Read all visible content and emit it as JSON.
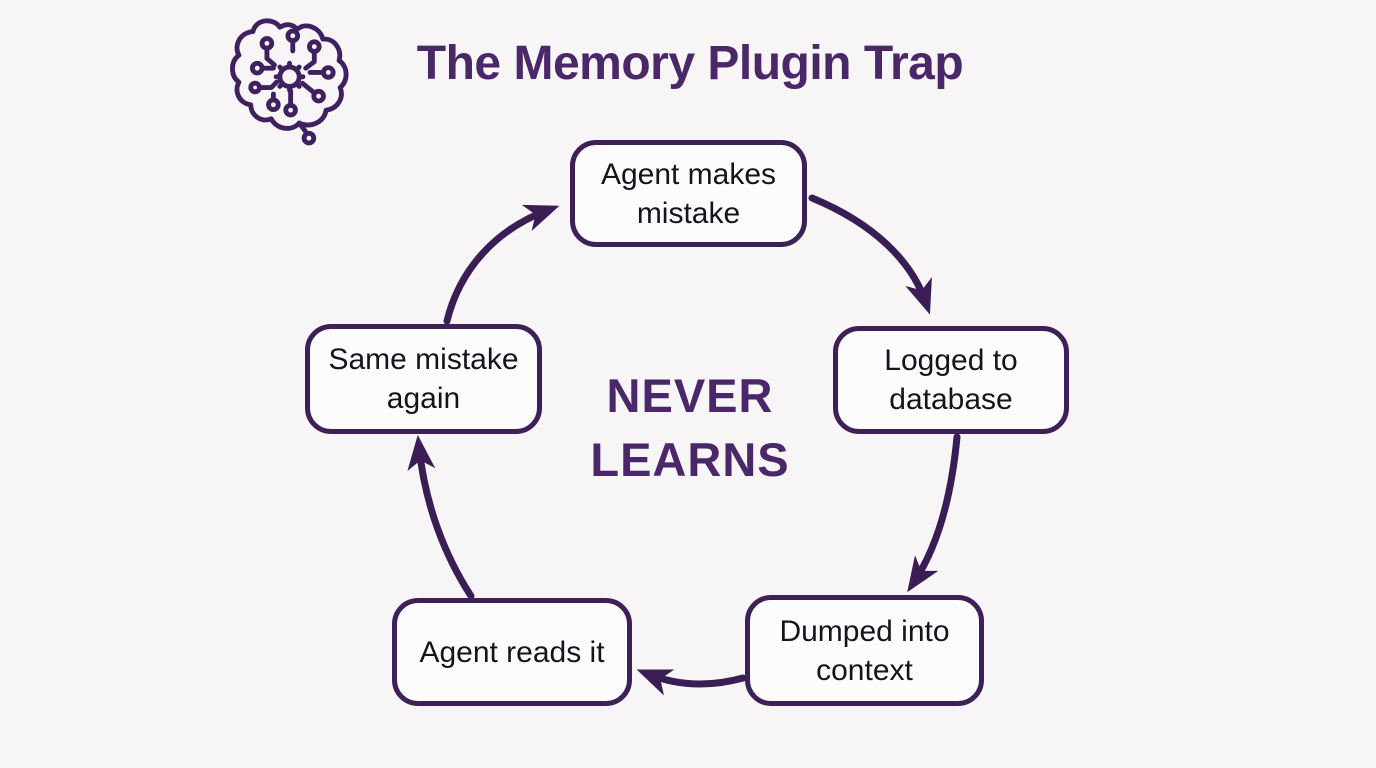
{
  "header": {
    "title": "The Memory Plugin Trap",
    "icon": "circuit-brain-icon"
  },
  "diagram": {
    "center_label": "NEVER LEARNS",
    "nodes": [
      {
        "id": "agent-makes-mistake",
        "label": "Agent makes mistake"
      },
      {
        "id": "logged-to-database",
        "label": "Logged to database"
      },
      {
        "id": "dumped-into-context",
        "label": "Dumped into context"
      },
      {
        "id": "agent-reads-it",
        "label": "Agent reads it"
      },
      {
        "id": "same-mistake-again",
        "label": "Same mistake again"
      }
    ],
    "edges": [
      {
        "from": "agent-makes-mistake",
        "to": "logged-to-database"
      },
      {
        "from": "logged-to-database",
        "to": "dumped-into-context"
      },
      {
        "from": "dumped-into-context",
        "to": "agent-reads-it"
      },
      {
        "from": "agent-reads-it",
        "to": "same-mistake-again"
      },
      {
        "from": "same-mistake-again",
        "to": "agent-makes-mistake"
      }
    ]
  },
  "colors": {
    "background": "#f7f5f6",
    "accent_purple": "#3d2057",
    "title_purple": "#4a2769",
    "node_background": "#fdfcfd",
    "node_text": "#17121b"
  }
}
